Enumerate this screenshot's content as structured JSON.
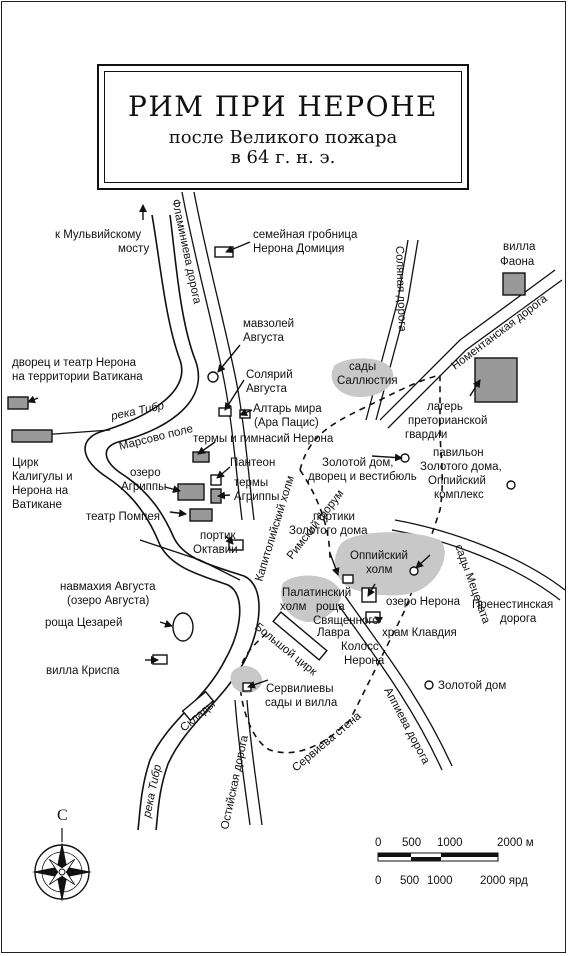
{
  "title": {
    "main": "РИМ ПРИ НЕРОНЕ",
    "subtitle": "после Великого пожара",
    "year": "в 64 г. н. э."
  },
  "labels": {
    "mulvian": [
      "к Мульвийскому",
      "мосту"
    ],
    "family_tomb": [
      "семейная гробница",
      "Нерона Домиция"
    ],
    "flaminia": "Фламиниева дорога",
    "salaria": "Соляная дорога",
    "villa_phaon": [
      "вилла",
      "Фаона"
    ],
    "nomentana": "Номентанская дорога",
    "mausoleum": [
      "мавзолей",
      "Августа"
    ],
    "palace_vatican": [
      "дворец и театр Нерона",
      "на территории Ватикана"
    ],
    "solarium": [
      "Солярий",
      "Августа"
    ],
    "gardens_sallust": [
      "сады",
      "Саллюстия"
    ],
    "river_tiber_1": "река Тибр",
    "ara_pacis": [
      "Алтарь мира",
      "(Ара Пацис)"
    ],
    "camp_praetorian": [
      "лагерь",
      "преторианской",
      "гвардии"
    ],
    "campus_martius": "Марсово поле",
    "baths_nero": "термы и гимнасий Нерона",
    "circus_caligula": [
      "Цирк",
      "Калигулы и",
      "Нерона на",
      "Ватикане"
    ],
    "pantheon": "Пантеон",
    "golden_house_vestibule": [
      "Золотой дом,",
      "дворец и вестибюль"
    ],
    "pavilion": [
      "павильон",
      "Золотого дома,",
      "Оппийский",
      "комплекс"
    ],
    "lake_agrippa": [
      "озеро",
      "Агриппы"
    ],
    "baths_agrippa": [
      "термы",
      "Агриппы"
    ],
    "theatre_pompey": "театр Помпея",
    "porticos": [
      "портики",
      "Золотого дома"
    ],
    "portico_octavia": [
      "портик",
      "Октавии"
    ],
    "capitoline": "Капитолийский холм",
    "forum": "Римский форум",
    "oppian": [
      "Оппийский",
      "холм"
    ],
    "maecenas": "сады Мецената",
    "naumachia": [
      "навмахия Августа",
      "(озеро Августа)"
    ],
    "palatine": [
      "Палатинский",
      "холм"
    ],
    "lake_nero": "озеро Нерона",
    "praenestina": [
      "Пренестинская",
      "дорога"
    ],
    "grove_caesars": "роща Цезарей",
    "sacred_grove": [
      "роща",
      "Священного",
      "Лавра"
    ],
    "temple_claudius": "храм Клавдия",
    "colossus": [
      "Колосс",
      "Нерона"
    ],
    "villa_crispus": "вилла Криспа",
    "circus_maximus": "Большой цирк",
    "golden_house": "Золотой дом",
    "servilian": [
      "Сервилиевы",
      "сады и вилла"
    ],
    "warehouses": "Склады",
    "appia": "Аппиева дорога",
    "servian_wall": "Сервиева стена",
    "ostiensis": "Остийская дорога",
    "river_tiber_2": "река Тибр",
    "north": "С"
  },
  "scale": {
    "meters": [
      "0",
      "500",
      "1000",
      "2000 м"
    ],
    "yards": [
      "0",
      "500",
      "1000",
      "2000 ярд"
    ]
  },
  "colors": {
    "ink": "#111111",
    "hill_fill": "#c8c8c8",
    "paper": "#ffffff"
  }
}
